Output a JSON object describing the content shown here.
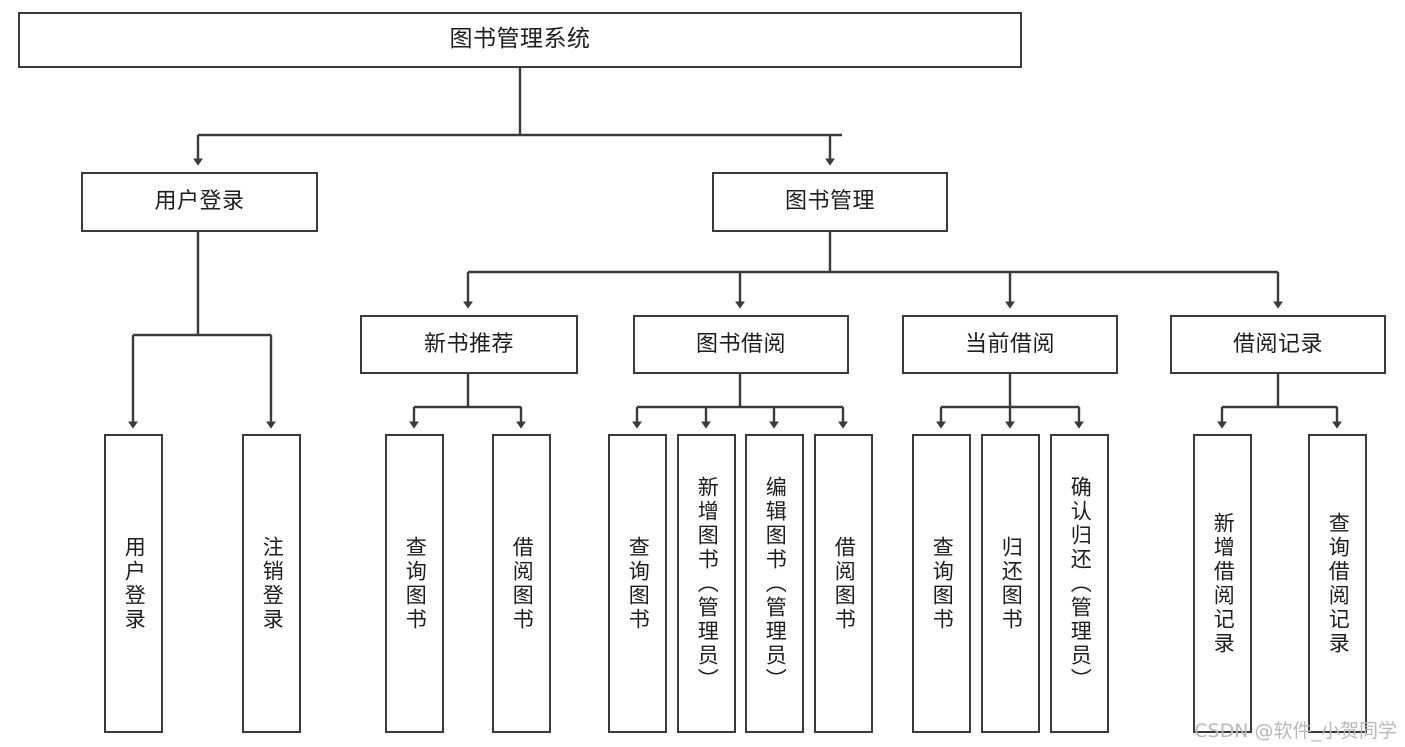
{
  "diagram": {
    "title": "图书管理系统",
    "watermark": "CSDN @软件_小贺同学",
    "colors": {
      "stroke": "#3a3a3a",
      "text": "#1d1d1d",
      "background": "#ffffff",
      "watermark": "#b9b9b9"
    },
    "nodes": {
      "root": {
        "label": "图书管理系统"
      },
      "level2": [
        {
          "id": "user-login",
          "label": "用户登录"
        },
        {
          "id": "book-manage",
          "label": "图书管理"
        }
      ],
      "level3": [
        {
          "id": "new-book-recommend",
          "label": "新书推荐"
        },
        {
          "id": "book-borrow",
          "label": "图书借阅"
        },
        {
          "id": "current-borrow",
          "label": "当前借阅"
        },
        {
          "id": "borrow-record",
          "label": "借阅记录"
        }
      ],
      "leaves": {
        "user_login": [
          {
            "id": "leaf-user-login",
            "label": "用户登录"
          },
          {
            "id": "leaf-logout",
            "label": "注销登录"
          }
        ],
        "new_book_recommend": [
          {
            "id": "leaf-query-book-1",
            "label": "查询图书"
          },
          {
            "id": "leaf-borrow-book-1",
            "label": "借阅图书"
          }
        ],
        "book_borrow": [
          {
            "id": "leaf-query-book-2",
            "label": "查询图书"
          },
          {
            "id": "leaf-add-book",
            "label": "新增图书（管理员）"
          },
          {
            "id": "leaf-edit-book",
            "label": "编辑图书（管理员）"
          },
          {
            "id": "leaf-borrow-book-2",
            "label": "借阅图书"
          }
        ],
        "current_borrow": [
          {
            "id": "leaf-query-book-3",
            "label": "查询图书"
          },
          {
            "id": "leaf-return-book",
            "label": "归还图书"
          },
          {
            "id": "leaf-confirm-return",
            "label": "确认归还（管理员）"
          }
        ],
        "borrow_record": [
          {
            "id": "leaf-add-record",
            "label": "新增借阅记录"
          },
          {
            "id": "leaf-query-record",
            "label": "查询借阅记录"
          }
        ]
      }
    }
  }
}
